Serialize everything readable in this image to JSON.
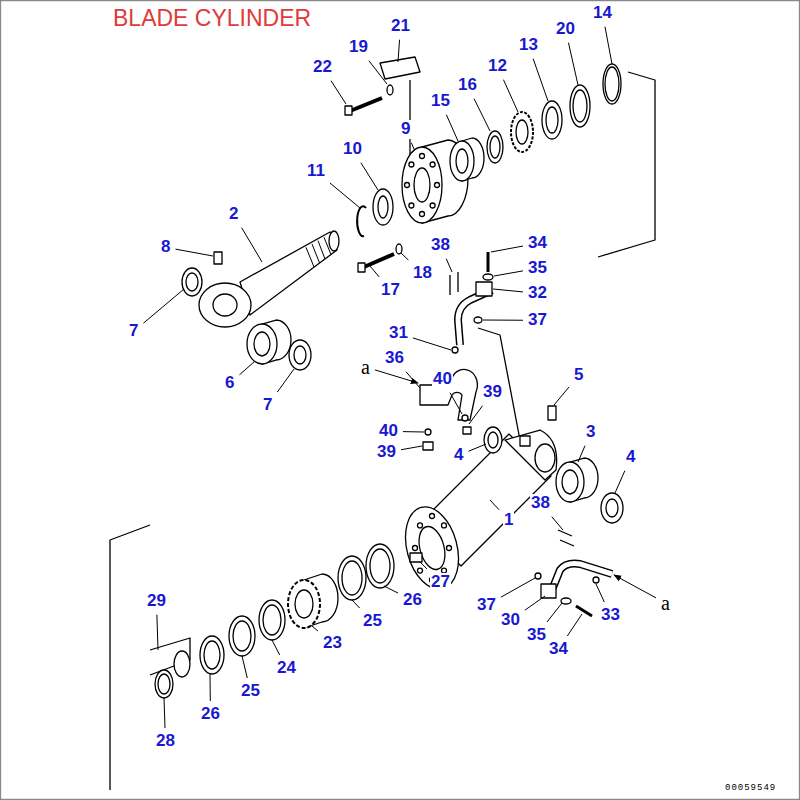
{
  "diagram": {
    "title": "BLADE CYLINDER",
    "labels": [
      "21",
      "14",
      "19",
      "13",
      "20",
      "22",
      "16",
      "12",
      "15",
      "9",
      "10",
      "11",
      "2",
      "38",
      "34",
      "8",
      "35",
      "32",
      "18",
      "17",
      "37",
      "7",
      "31",
      "6",
      "36",
      "5",
      "7",
      "40",
      "39",
      "3",
      "40",
      "39",
      "4",
      "4",
      "1",
      "38",
      "29",
      "27",
      "26",
      "37",
      "30",
      "33",
      "25",
      "23",
      "35",
      "34",
      "24",
      "25",
      "26",
      "28",
      "a",
      "a",
      "00059549"
    ]
  }
}
